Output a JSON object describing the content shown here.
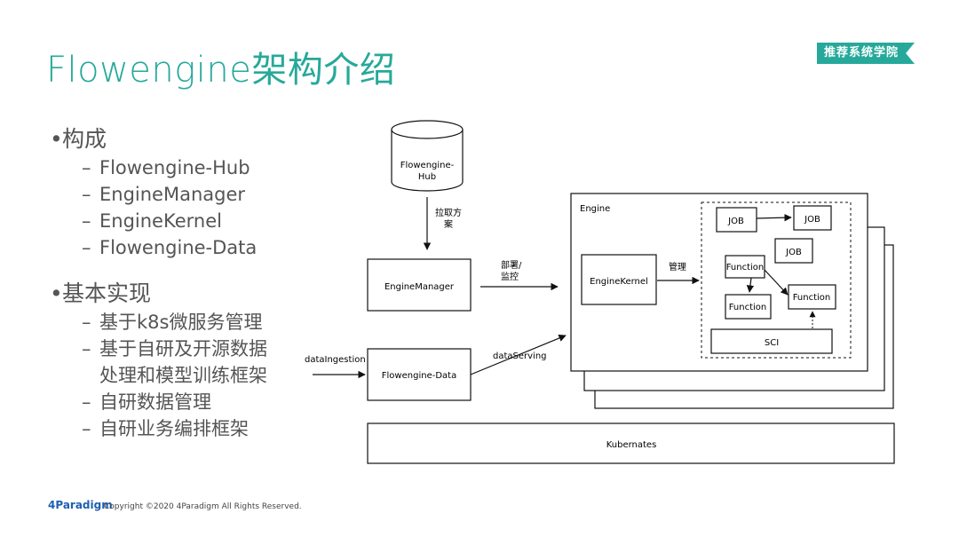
{
  "slide": {
    "title": "Flowengine架构介绍",
    "brand_label": "推荐系统学院"
  },
  "outline": {
    "section1": {
      "heading": "构成",
      "items": [
        "Flowengine-Hub",
        "EngineManager",
        "EngineKernel",
        "Flowengine-Data"
      ]
    },
    "section2": {
      "heading": "基本实现",
      "items": [
        "基于k8s微服务管理",
        "基于自研及开源数据",
        "处理和模型训练框架",
        "自研数据管理",
        "自研业务编排框架"
      ]
    }
  },
  "diagram": {
    "hub_label_line1": "Flowengine-",
    "hub_label_line2": "Hub",
    "pull_label_line1": "拉取方",
    "pull_label_line2": "案",
    "engine_manager": "EngineManager",
    "deploy_label_line1": "部署/",
    "deploy_label_line2": "监控",
    "flowengine_data": "Flowengine-Data",
    "data_ingestion": "dataIngestion",
    "data_serving": "dataServing",
    "engine_title": "Engine",
    "engine_kernel": "EngineKernel",
    "manage_label": "管理",
    "job1": "JOB",
    "job2": "JOB",
    "job3": "JOB",
    "function1": "Function",
    "function2": "Function",
    "function3": "Function",
    "sci": "SCI",
    "kubernetes": "Kubernates"
  },
  "footer": {
    "logo_text": "4Paradigm",
    "copyright": "Copyright ©2020 4Paradigm All Rights Reserved."
  }
}
